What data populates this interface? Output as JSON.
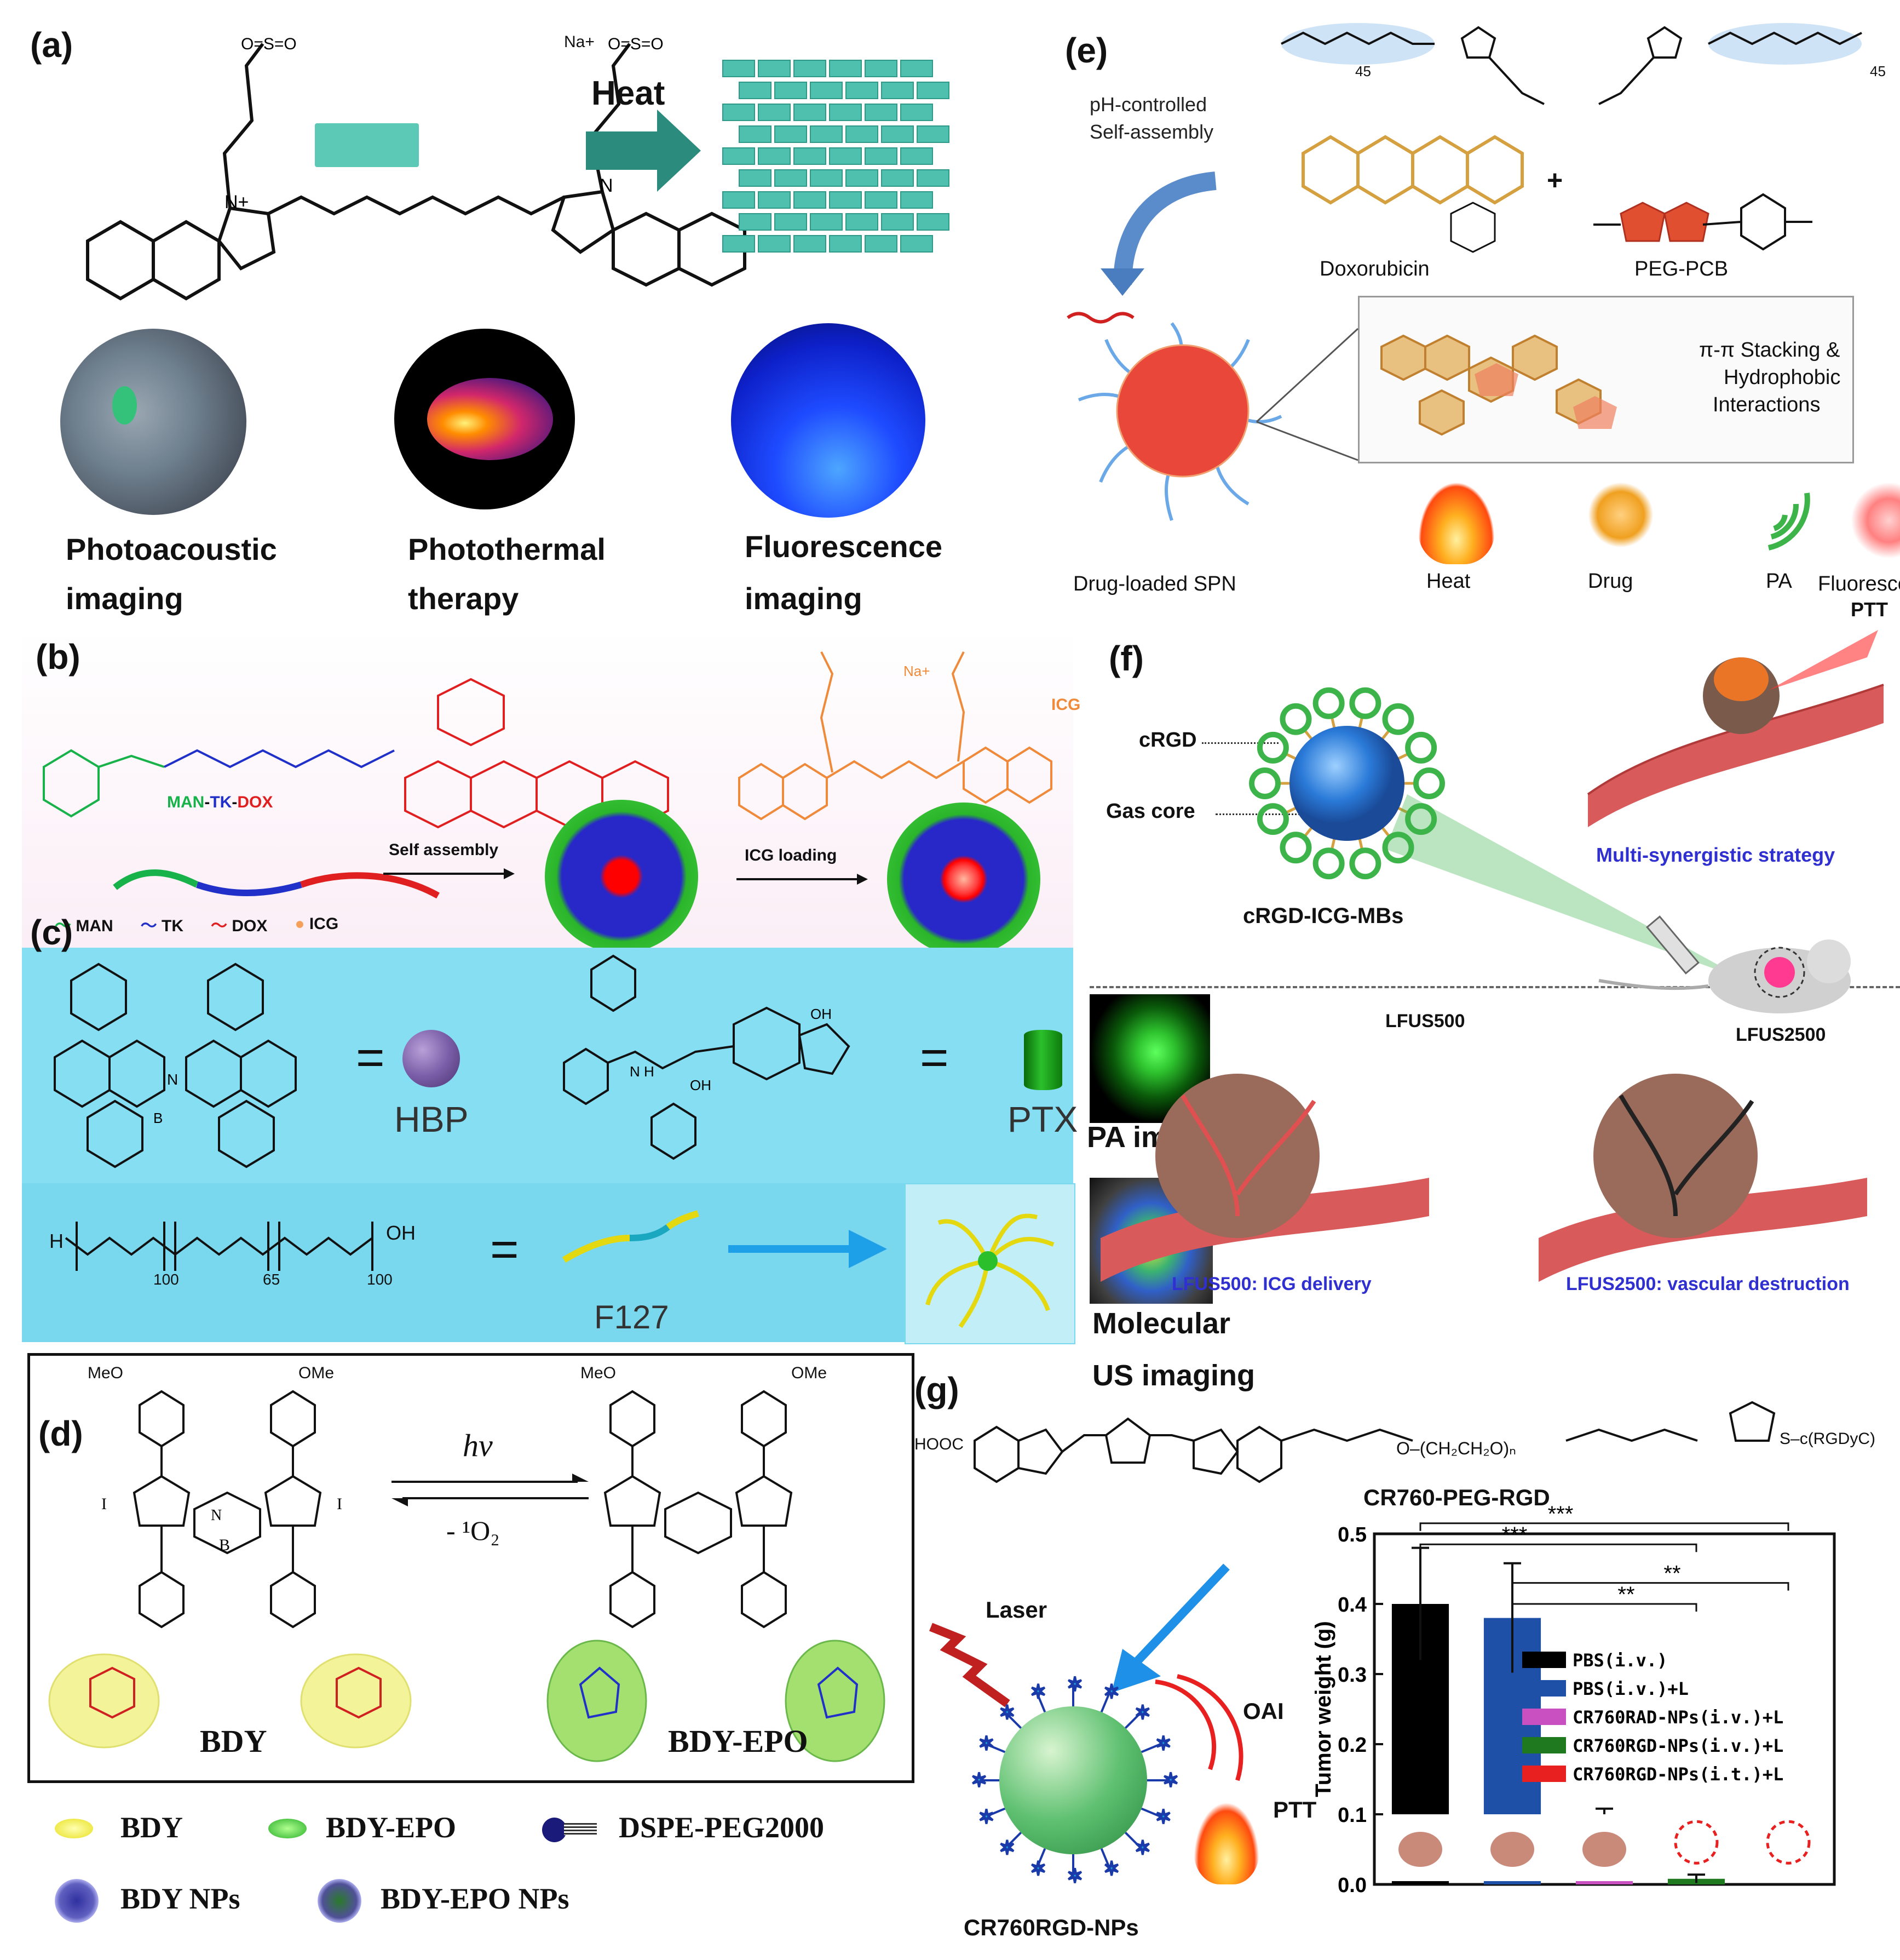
{
  "panels": {
    "a": {
      "label": "(a)",
      "arrow_text": "Heat",
      "ion": "Na+",
      "captions": [
        {
          "line1": "Photoacoustic",
          "line2": "imaging"
        },
        {
          "line1": "Photothermal",
          "line2": "therapy"
        },
        {
          "line1": "Fluorescence",
          "line2": "imaging"
        }
      ]
    },
    "b": {
      "label": "(b)",
      "compound_name": {
        "man": "MAN",
        "tk": "TK",
        "dox": "DOX",
        "sep": "-"
      },
      "ion": "Na+",
      "icg_label": "ICG",
      "step1": "Self assembly",
      "step2": "ICG loading",
      "legend": [
        "MAN",
        "TK",
        "DOX",
        "ICG"
      ]
    },
    "c": {
      "label": "(c)",
      "hbp": "HBP",
      "ptx": "PTX",
      "f127": "F127",
      "polymer_left": "H",
      "polymer_right": "OH",
      "sub1": "100",
      "sub2": "65",
      "sub3": "100",
      "side_captions": [
        "PA imaging",
        "Molecular",
        "US imaging"
      ]
    },
    "d": {
      "label": "(d)",
      "hv": "hv",
      "singlet": "- ¹O₂",
      "meo": "MeO",
      "ome": "OMe",
      "left_name": "BDY",
      "right_name": "BDY-EPO",
      "legend": [
        "BDY",
        "BDY-EPO",
        "DSPE-PEG2000",
        "BDY NPs",
        "BDY-EPO NPs"
      ]
    },
    "e": {
      "label": "(e)",
      "ph_text": [
        "pH-controlled",
        "Self-assembly"
      ],
      "doxorubicin": "Doxorubicin",
      "pegpcb": "PEG-PCB",
      "plus": "+",
      "stack_text": [
        "π-π Stacking &",
        "Hydrophobic",
        "Interactions"
      ],
      "spn": "Drug-loaded  SPN",
      "icons": [
        "Heat",
        "Drug",
        "PA",
        "Fluorescence"
      ],
      "ptt": "PTT",
      "sub45": "45"
    },
    "f": {
      "label": "(f)",
      "crgd": "cRGD",
      "gas_core": "Gas core",
      "mb": "cRGD-ICG-MBs",
      "strategy": "Multi-synergistic strategy",
      "lfus500": "LFUS500",
      "lfus2500": "LFUS2500",
      "cap1": "LFUS500: ICG delivery",
      "cap2": "LFUS2500: vascular destruction"
    },
    "g": {
      "label": "(g)",
      "molecule": "CR760-PEG-RGD",
      "hooc": "HOOC",
      "chain": "O–(CH₂CH₂O)ₙ",
      "rgd": "S–c(RGDyC)",
      "laser": "Laser",
      "oai": "OAI",
      "ptt": "PTT",
      "np": "CR760RGD-NPs"
    }
  },
  "chart_data": {
    "type": "bar",
    "ylabel": "Tumor weight (g)",
    "ylim": [
      0,
      0.5
    ],
    "yticks": [
      "0.0",
      "0.1",
      "0.2",
      "0.3",
      "0.4",
      "0.5"
    ],
    "series": [
      {
        "name": "PBS(i.v.)",
        "value": 0.4,
        "error": 0.08,
        "color": "#000000"
      },
      {
        "name": "PBS(i.v.)+L",
        "value": 0.38,
        "error": 0.078,
        "color": "#1e50a8"
      },
      {
        "name": "CR760RAD-NPs(i.v.)+L",
        "value": 0.09,
        "error": 0.018,
        "color": "#c850c0"
      },
      {
        "name": "CR760RGD-NPs(i.v.)+L",
        "value": 0.008,
        "error": 0.006,
        "color": "#1f7a1f"
      },
      {
        "name": "CR760RGD-NPs(i.t.)+L",
        "value": 0.0,
        "error": 0.0,
        "color": "#e82020"
      }
    ],
    "significance": [
      "***",
      "***",
      "**",
      "**"
    ]
  }
}
